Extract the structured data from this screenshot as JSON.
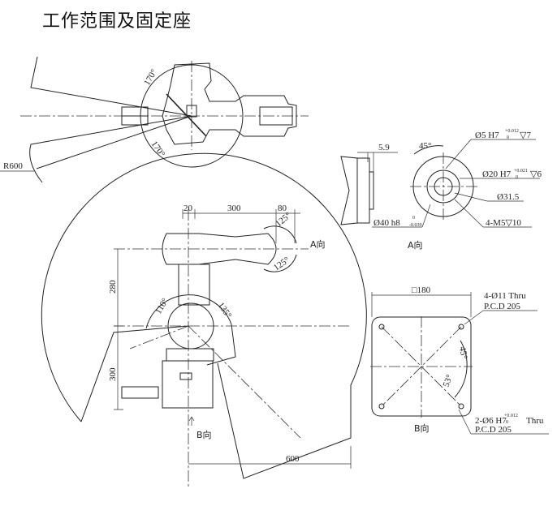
{
  "title": "工作范围及固定座",
  "top_view": {
    "angle_upper": "170°",
    "angle_lower": "170°",
    "radius": "R600"
  },
  "side_view": {
    "dim_20": "20",
    "dim_300_top": "300",
    "dim_80": "80",
    "angle_125_top": "125°",
    "angle_125_bottom": "125°",
    "dim_280": "280",
    "dim_300_left": "300",
    "angle_110": "110°",
    "angle_135": "135°",
    "dim_600": "600",
    "view_a_label": "A向",
    "view_b_label": "B向"
  },
  "flange_view": {
    "dim_5_9": "5.9",
    "angle_45": "45°",
    "pin_hole": "Ø5 H7",
    "pin_tol_upper": "+0.012",
    "pin_tol_lower": "0",
    "pin_depth": "▽7",
    "bore": "Ø20 H7",
    "bore_tol_upper": "+0.021",
    "bore_tol_lower": "0",
    "bore_depth": "▽6",
    "pcd": "Ø31.5",
    "shaft": "Ø40 h8",
    "shaft_tol_upper": "0",
    "shaft_tol_lower": "-0.039",
    "thread": "4-M5▽10",
    "caption": "A向"
  },
  "base_view": {
    "size": "□180",
    "holes_line1": "4-Ø11 Thru",
    "holes_line2": "P.C.D 205",
    "angle_45": "45°",
    "angle_53": "53°",
    "pins_line1": "2-Ø6 H7",
    "pins_tol_upper": "+0.012",
    "pins_tol_lower": "0",
    "pins_thru": "Thru",
    "pins_line2": "P.C.D 205",
    "caption": "B向"
  }
}
